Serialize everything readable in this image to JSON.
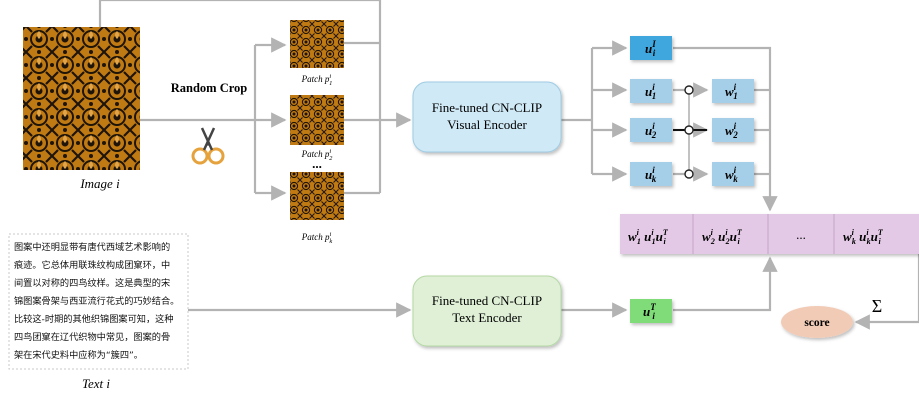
{
  "image": {
    "caption_main": "Image",
    "caption_sub": "i",
    "colors": {
      "base": "#c07a14",
      "dark": "#1f1408"
    }
  },
  "crop": {
    "label": "Random Crop",
    "icon": "scissors-icon"
  },
  "patches": {
    "items": [
      {
        "main": "Patch p",
        "sup": "i",
        "sub": "1"
      },
      {
        "main": "Patch p",
        "sup": "i",
        "sub": "2"
      },
      {
        "main": "Patch p",
        "sup": "i",
        "sub": "k"
      }
    ],
    "ellipsis": "..."
  },
  "visual_encoder": {
    "line1": "Fine-tuned CN-CLIP",
    "line2": "Visual Encoder",
    "fill": "#cfe9f6"
  },
  "text_encoder": {
    "line1": "Fine-tuned CN-CLIP",
    "line2": "Text Encoder",
    "fill": "#dff0d6"
  },
  "features": {
    "global": {
      "base": "u",
      "sup": "I",
      "sub": "i",
      "fill": "#3fa7de"
    },
    "u_items": [
      {
        "base": "u",
        "sup": "i",
        "sub": "1"
      },
      {
        "base": "u",
        "sup": "i",
        "sub": "2"
      },
      {
        "base": "u",
        "sup": "i",
        "sub": "k"
      }
    ],
    "w_items": [
      {
        "base": "w",
        "sup": "i",
        "sub": "1"
      },
      {
        "base": "w",
        "sup": "i",
        "sub": "2"
      },
      {
        "base": "w",
        "sup": "i",
        "sub": "k"
      }
    ],
    "u_fill": "#a5cfe8",
    "text": {
      "base": "u",
      "sup": "T",
      "sub": "i",
      "fill": "#7fdc78"
    }
  },
  "sum_bar": {
    "cells": [
      {
        "w": "1",
        "u": "1"
      },
      {
        "w": "2",
        "u": "2"
      },
      {
        "ellipsis": "..."
      },
      {
        "w": "k",
        "u": "k"
      }
    ],
    "fill": "#e3c9e6"
  },
  "score": {
    "label": "score",
    "sigma": "Σ",
    "fill": "#f1cbb6"
  },
  "text_box": {
    "lines": [
      "图案中还明显带有唐代西域艺术影响的",
      "痕迹。它总体用联珠纹构成团窠环，中",
      "间置以对称的四鸟纹样。这是典型的宋",
      "锦图案骨架与西亚流行花式的巧妙结合。",
      "比较这-时期的其他织锦图案可知，这种",
      "四鸟团窠在辽代织物中常见，图案的骨",
      "架在宋代史料中应称为“簇四”。"
    ],
    "caption_main": "Text",
    "caption_sub": "i"
  }
}
